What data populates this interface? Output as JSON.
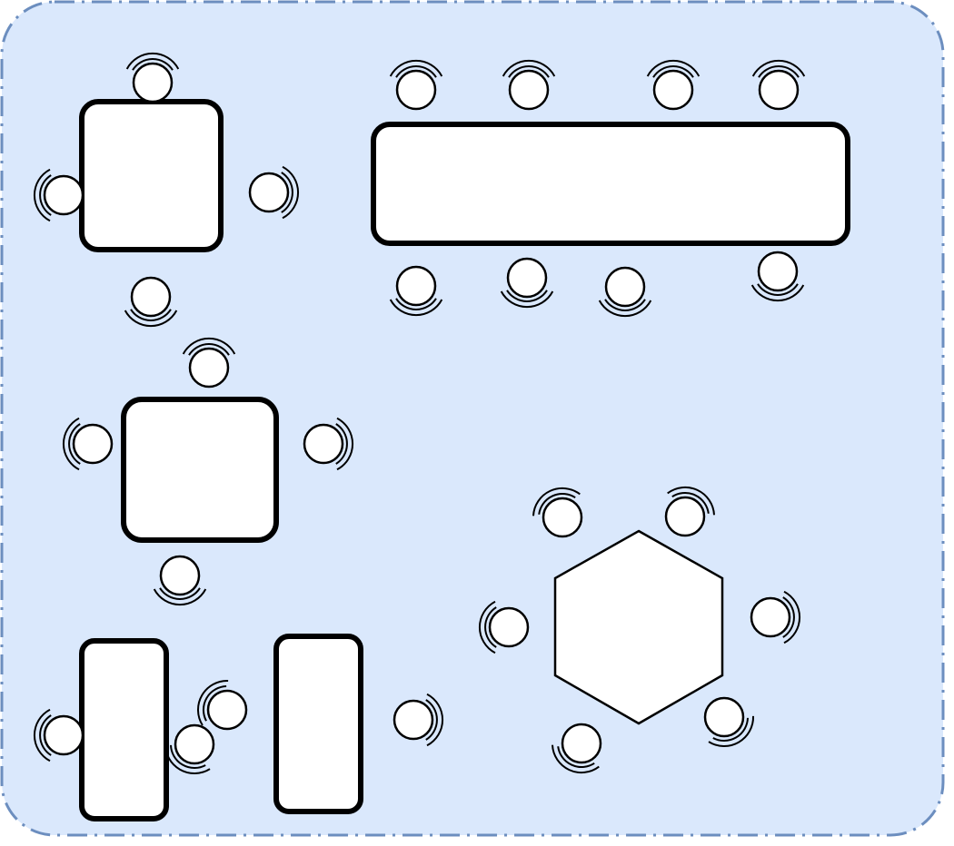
{
  "canvas": {
    "fill": "#dae8fc",
    "border_color": "#6c8ebf",
    "border_style": "dash-dot"
  },
  "tables": [
    {
      "id": "square-table-top",
      "shape": "rounded-square",
      "seats": 4
    },
    {
      "id": "long-table",
      "shape": "rounded-rectangle",
      "seats": 8
    },
    {
      "id": "square-table-middle",
      "shape": "rounded-square",
      "seats": 4
    },
    {
      "id": "hexagon-table",
      "shape": "hexagon",
      "seats": 6
    },
    {
      "id": "narrow-table-left",
      "shape": "rounded-rectangle",
      "seats": 2
    },
    {
      "id": "narrow-table-right",
      "shape": "rounded-rectangle",
      "seats": 2
    }
  ]
}
